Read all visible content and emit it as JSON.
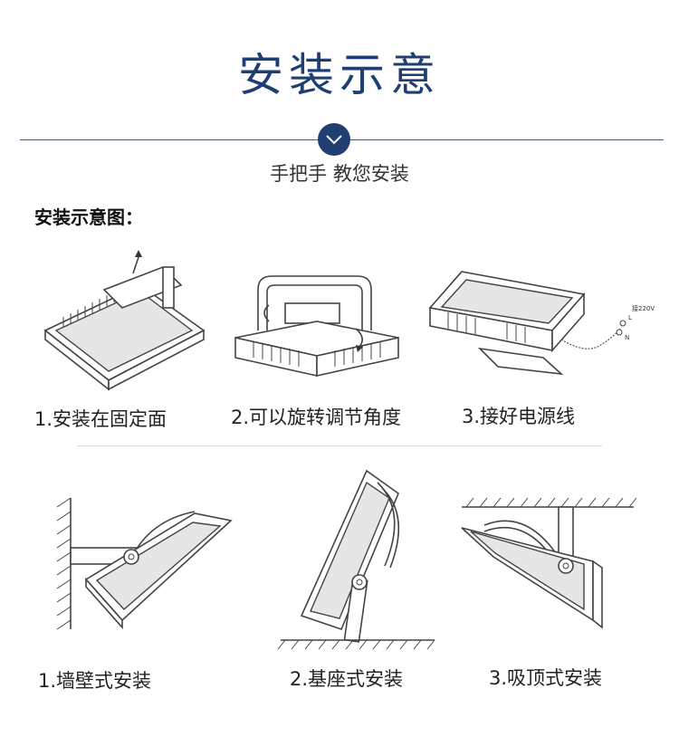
{
  "header": {
    "title": "安装示意",
    "subtitle": "手把手  教您安装"
  },
  "section_label": "安装示意图：",
  "steps": [
    {
      "caption": "1.安装在固定面"
    },
    {
      "caption": "2.可以旋转调节角度"
    },
    {
      "caption": "3.接好电源线"
    }
  ],
  "wire_label": "接220V",
  "wire_terminals": [
    "L",
    "N"
  ],
  "modes": [
    {
      "caption": "1.墙壁式安装"
    },
    {
      "caption": "2.基座式安装"
    },
    {
      "caption": "3.吸顶式安装"
    }
  ],
  "colors": {
    "accent": "#1f3f73",
    "rule": "#4a5a70"
  },
  "icons": {
    "divider_badge": "chevron-down-icon"
  }
}
